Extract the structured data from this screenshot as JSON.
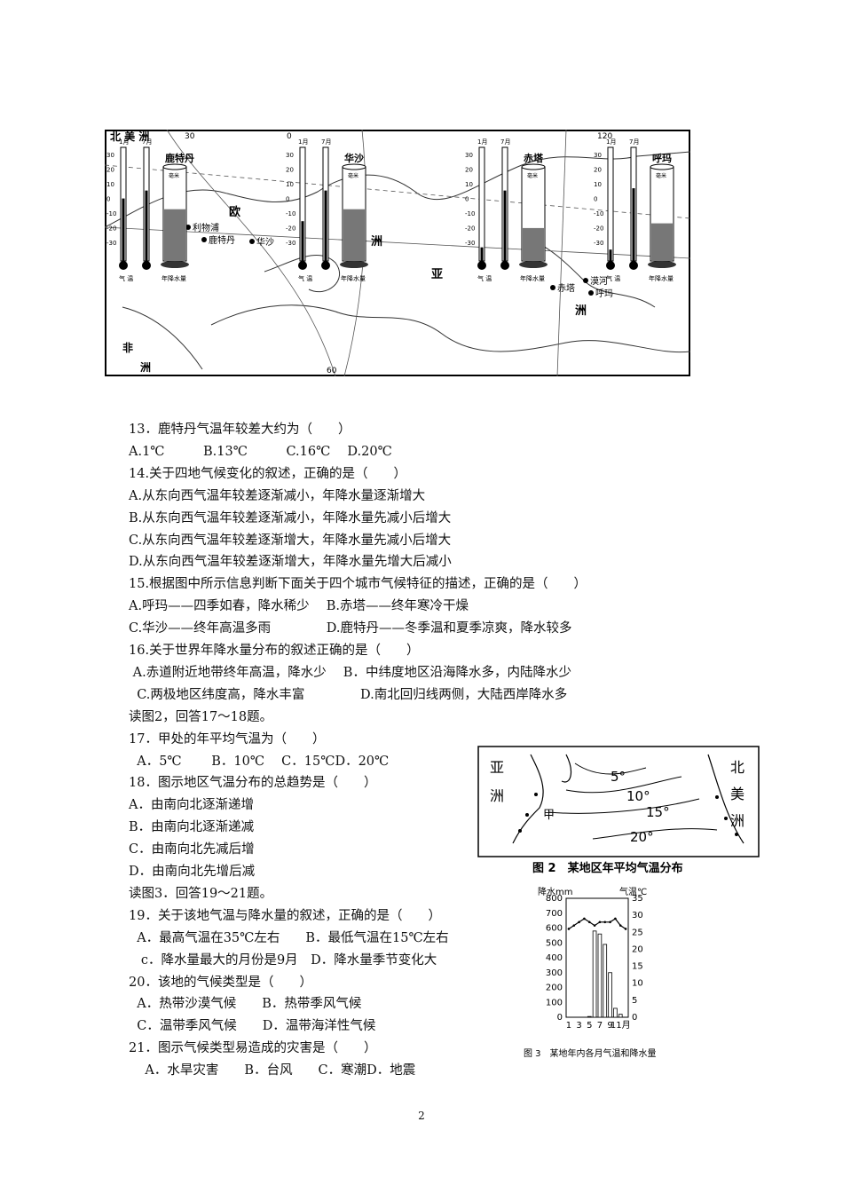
{
  "fig1": {
    "labels": {
      "n_america": "北 美 洲",
      "europe": "欧",
      "europe2": "洲",
      "asia": "亚",
      "asia2": "洲",
      "africa": "非",
      "africa2": "洲",
      "liverpool": "利物浦",
      "rotterdam": "鹿特丹",
      "warsaw": "华沙",
      "chita": "赤塔",
      "hulunbuir": "呼玛",
      "heilongjiang": "漠河"
    },
    "stations": [
      {
        "name": "鹿特丹"
      },
      {
        "name": "华沙"
      },
      {
        "name": "赤塔"
      },
      {
        "name": "呼玛"
      }
    ],
    "therm_labels": {
      "jan": "1月",
      "jul": "7月",
      "temp": "气 温",
      "rain": "年降水量",
      "mm": "毫米"
    },
    "ticks": [
      "30",
      "20",
      "10",
      "0",
      "-10",
      "-20",
      "-30"
    ],
    "lon": {
      "a": "30",
      "b": "0",
      "c": "120",
      "d": "60"
    }
  },
  "questions": [
    "13．鹿特丹气温年较差大约为（　　）",
    "A.1℃　　　B.13℃　　　C.16℃　 D.20℃",
    "14.关于四地气候变化的叙述，正确的是（　　）",
    "A.从东向西气温年较差逐渐减小，年降水量逐渐增大",
    "B.从东向西气温年较差逐渐减小，年降水量先减小后增大",
    "C.从东向西气温年较差逐渐增大，年降水量先减小后增大",
    "D.从东向西气温年较差逐渐增大，年降水量先增大后减小",
    "15.根据图中所示信息判断下面关于四个城市气候特征的描述，正确的是（　　）",
    "A.呼玛——四季如春，降水稀少　 B.赤塔——终年寒冷干燥",
    "C.华沙——终年高温多雨　　　　 D.鹿特丹——冬季温和夏季凉爽，降水较多",
    "16.关于世界年降水量分布的叙述正确的是（　　）",
    " A.赤道附近地带终年高温，降水少　 B．中纬度地区沿海降水多，内陆降水少",
    "  C.两极地区纬度高，降水丰富　　　　 D.南北回归线两侧，大陆西岸降水多",
    "读图2，回答17～18题。",
    "17．甲处的年平均气温为（　　）",
    "  A．5℃　　 B．10℃　 C．15℃D．20℃",
    "18．图示地区气温分布的总趋势是（　　）",
    "A．由南向北逐渐递增",
    "B．由南向北逐渐递减",
    "C．由南向北先减后增",
    "D．由南向北先增后减",
    "读图3．回答19～21题。",
    "19．关于该地气温与降水量的叙述，正确的是（　　）",
    "  A．最高气温在35℃左右　　B．最低气温在15℃左右",
    "   c．降水量最大的月份是9月　D．降水量季节变化大",
    "20．该地的气候类型是（　　）",
    "  A．热带沙漠气候　　B．热带季风气候",
    "  C．温带季风气候　　D．温带海洋性气候",
    "21．图示气候类型易造成的灾害是（　　）",
    "    A．水旱灾害　　B．台风　　C．寒潮D．地震"
  ],
  "fig2": {
    "asia": "亚",
    "asia2": "洲",
    "na1": "北",
    "na2": "美",
    "na3": "洲",
    "iso": [
      "5°",
      "10°",
      "15°",
      "20°"
    ],
    "jia": "甲",
    "caption": "图 2　某地区年平均气温分布"
  },
  "fig3": {
    "caption": "图 3　某地年内各月气温和降水量",
    "ylabel_left": "降水mm",
    "ylabel_right": "气温℃",
    "left_ticks": [
      "800",
      "700",
      "600",
      "500",
      "400",
      "300",
      "200",
      "100",
      "0"
    ],
    "right_ticks": [
      "35",
      "30",
      "25",
      "20",
      "15",
      "10",
      "5",
      "0"
    ],
    "x_ticks": [
      "1",
      "3",
      "5",
      "7",
      "9",
      "11月"
    ]
  },
  "chart_data": {
    "type": "bar",
    "categories": [
      "1",
      "2",
      "3",
      "4",
      "5",
      "6",
      "7",
      "8",
      "9",
      "10",
      "11",
      "12"
    ],
    "series": [
      {
        "values": [
          0,
          0,
          0,
          0,
          5,
          580,
          560,
          490,
          300,
          60,
          20,
          0
        ]
      },
      {
        "values": [
          26,
          27,
          28,
          29,
          28,
          27,
          28,
          28,
          28,
          29,
          27,
          26
        ]
      }
    ],
    "ylim": [
      0,
      800
    ],
    "y2lim": [
      0,
      35
    ]
  },
  "page_number": "2"
}
